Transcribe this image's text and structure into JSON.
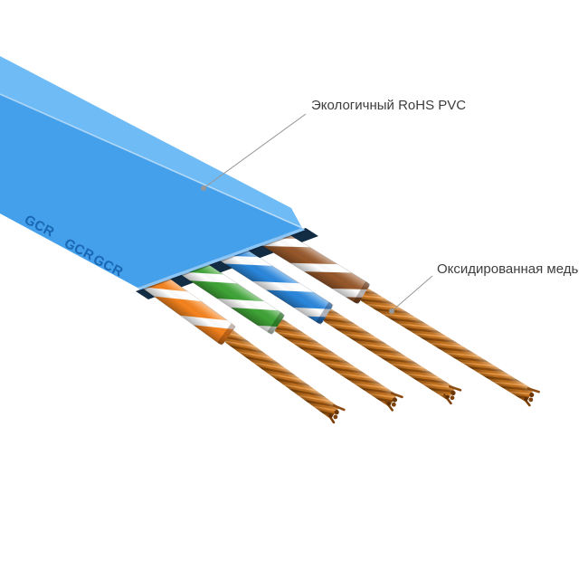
{
  "image": {
    "background": "#ffffff"
  },
  "callouts": {
    "pvc": {
      "label": "Экологичный RoHS PVC"
    },
    "copper": {
      "label": "Оксидированная медь"
    }
  },
  "brand": {
    "text": "GCR"
  },
  "colors": {
    "jacket_top": "#6fbbf6",
    "jacket_front": "#45a0ec",
    "jacket_rim": "#8cc6f6",
    "jacket_interior": "#122c44",
    "wire_orange": "#f5831e",
    "wire_green": "#3fa437",
    "wire_blue": "#2b87dc",
    "wire_brown": "#96572a",
    "copper": "#c0701d",
    "brand_text": "#1a67b2",
    "label_text": "#3d3d3d",
    "leader_line": "#979797"
  }
}
